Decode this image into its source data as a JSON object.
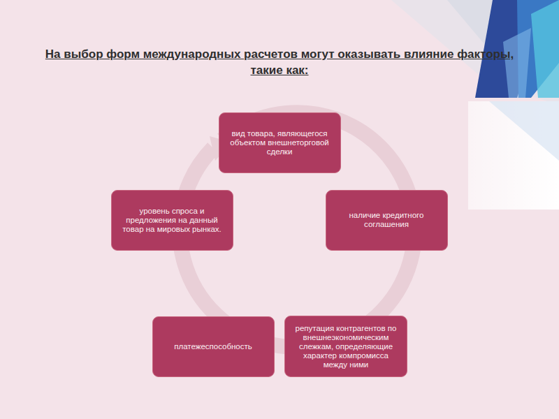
{
  "diagram": {
    "title": "На выбор форм международных расчетов могут оказывать влияние факторы, такие как:",
    "nodes": [
      {
        "text": [
          "вид товара, являющегося объектом внешнеторговой сделки"
        ]
      },
      {
        "text": [
          "наличие кредитного соглашения"
        ]
      },
      {
        "text": [
          "репутация контрагентов по внешнеэкономическим слежкам, определяющие характер компромисса между ними"
        ]
      },
      {
        "text": [
          "платежеспособность"
        ]
      },
      {
        "text": [
          "уровень спроса и предложения на данный товар на мировых рынках."
        ]
      }
    ]
  }
}
